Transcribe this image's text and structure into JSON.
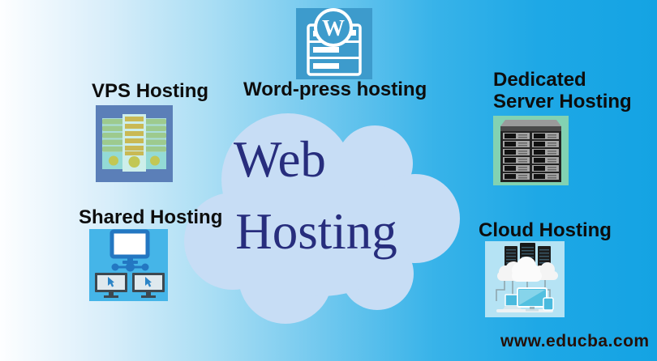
{
  "title": {
    "line1": "Web",
    "line2": "Hosting"
  },
  "labels": {
    "vps": "VPS Hosting",
    "wordpress": "Word-press hosting",
    "dedicated_line1": "Dedicated",
    "dedicated_line2": "Server Hosting",
    "shared": "Shared Hosting",
    "cloud": "Cloud Hosting"
  },
  "wordpress_logo": {
    "letter": "W"
  },
  "footer": {
    "website": "www.educba.com"
  },
  "colors": {
    "background_left": "#fdfeff",
    "background_right": "#14a3e3",
    "center_cloud": "#c7ddf5",
    "title_text": "#272d7d",
    "label_text": "#0d0d0d",
    "footer_text": "#251008",
    "wordpress_icon_bg": "#3d9bcc",
    "vps_icon_bg": "#5b7fb8",
    "dedicated_icon_bg": "#82d2b2",
    "shared_icon_bg": "#45b5e8",
    "cloud_icon_bg": "#b5e3f4"
  }
}
